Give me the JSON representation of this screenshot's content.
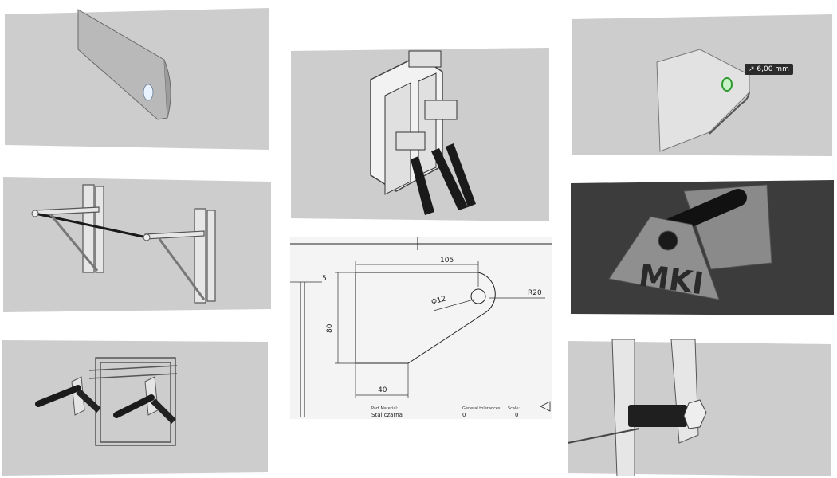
{
  "panels": {
    "plate_closeup": {
      "name": "plate-closeup-render"
    },
    "frame_angled": {
      "name": "frame-angled-render"
    },
    "plate_measure": {
      "measurement": "6,00 mm"
    },
    "wall_bar": {
      "name": "wall-mounted-bar-render"
    },
    "drawing": {
      "dims": {
        "top": "105",
        "left_thickness": "5",
        "height": "80",
        "bottom": "40",
        "hole": "Φ12",
        "radius": "R20"
      },
      "title_block": {
        "material_label": "Part Material:",
        "material_value": "Stal czarna",
        "tolerance_label": "General tolerances:",
        "tolerance_value": "0",
        "scale_label": "Scale:",
        "scale_value": "0"
      }
    },
    "brackets_logo": {
      "logo_letters": "MKI"
    },
    "dip_frame": {
      "name": "dip-station-render"
    },
    "bolt_closeup": {
      "name": "bolt-closeup-render"
    }
  },
  "colors": {
    "tile_bg": "#cdcdcd",
    "dark_bg": "#3c3c3c",
    "plate": "#d8d8d8",
    "steel": "#9a9a9a",
    "black": "#1a1a1a"
  }
}
